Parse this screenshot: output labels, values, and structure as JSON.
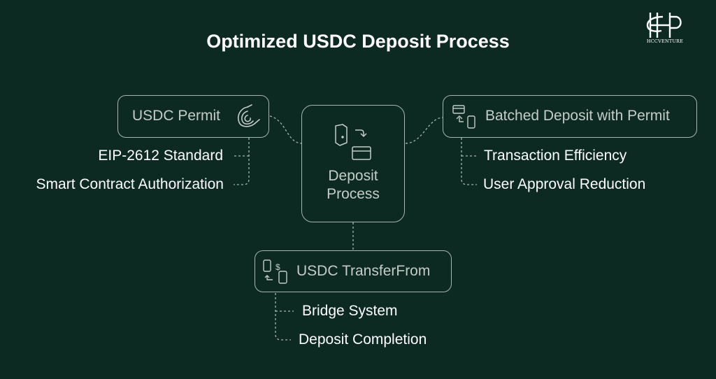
{
  "title": "Optimized USDC Deposit Process",
  "brand": {
    "logo_text": "HCCVENTURE"
  },
  "center": {
    "line1": "Deposit",
    "line2": "Process",
    "icon": "wallet-card-transfer-icon"
  },
  "nodes": {
    "permit": {
      "label": "USDC Permit",
      "icon": "permit-swirl-icon",
      "children": [
        "EIP-2612 Standard",
        "Smart Contract Authorization"
      ]
    },
    "batched": {
      "label": "Batched Deposit with Permit",
      "icon": "card-to-phone-icon",
      "children": [
        "Transaction Efficiency",
        "User Approval Reduction"
      ]
    },
    "transfer": {
      "label": "USDC TransferFrom",
      "icon": "phone-dollar-transfer-icon",
      "children": [
        "Bridge System",
        "Deposit Completion"
      ]
    }
  },
  "colors": {
    "background": "#0c2a22",
    "stroke": "#a7b6ae",
    "box_text": "#c5ccc8",
    "text": "#ffffff"
  }
}
